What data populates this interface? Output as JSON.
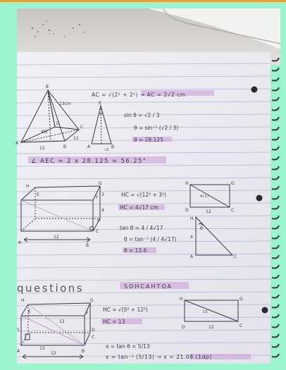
{
  "photo": {
    "frame_color": "#9af5cf",
    "paper_color": "#ecebf1",
    "line_color": "#a8a9c6",
    "ink_color": "#3a3a48",
    "highlight_color": "#c89bd6"
  },
  "pyramid": {
    "apex": "E",
    "slant": "13cm",
    "corners": [
      "A",
      "B",
      "C",
      "D"
    ],
    "center_mark": "XM",
    "base_edges": [
      "12",
      "12"
    ],
    "side_tri_labels": [
      "E",
      "A",
      "B",
      "√2"
    ],
    "ac_working": "AC = √(2² + 2²) → AC = 2√2 cm",
    "sin_working": "sin θ = √2 / 3",
    "theta_step": "θ = sin⁻¹ (√2 / 3)",
    "theta_result": "θ = 28.125",
    "angle_statement": "∠ AEC = 2 x 28.125 = 56.25°"
  },
  "cuboid": {
    "corners": [
      "H",
      "E",
      "G",
      "F",
      "D",
      "C",
      "A",
      "B"
    ],
    "dims": [
      "3",
      "4",
      "12"
    ],
    "hc_working": "HC = √(12² + 3²)",
    "hc_result": "HC = 4√17 cm",
    "tan_working": "tan θ = 4 / 4√17",
    "theta_step": "θ = tan⁻¹ (4 / 4√17)",
    "theta_result": "θ = 13.6",
    "side_rect_labels": [
      "H",
      "G",
      "D",
      "C",
      "12",
      "4√17"
    ],
    "right_tri_labels": [
      "H",
      "A",
      "C",
      "4",
      "θ"
    ]
  },
  "questions": {
    "heading": "questions",
    "mnemonic": "SOHCAHTOA",
    "cuboid_labels": [
      "H",
      "E",
      "G",
      "F",
      "A",
      "B",
      "C",
      "D"
    ],
    "cuboid_dims": [
      "12",
      "13",
      "5",
      "12"
    ],
    "hc_working": "HC = √(5² + 12²)",
    "hc_result": "HC = 13",
    "side_rect_labels": [
      "H",
      "G",
      "D",
      "C",
      "13",
      "12"
    ],
    "tan_working": "x = tan θ = 5/13",
    "x_result": "x = tan⁻¹ (5/13) →  x = 21.08 (1dp)"
  }
}
